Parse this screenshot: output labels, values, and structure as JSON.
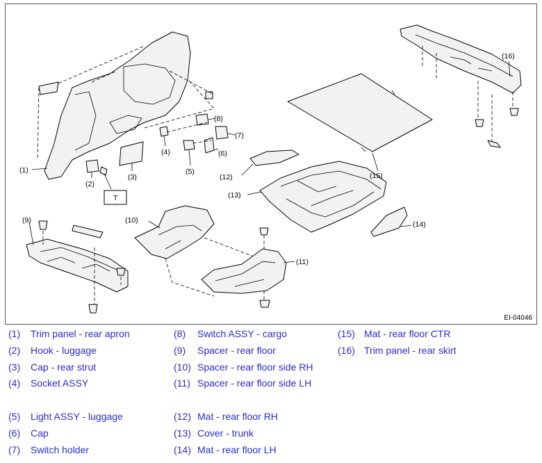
{
  "figure": {
    "id": "EI-04046",
    "callouts": [
      "(1)",
      "(2)",
      "(3)",
      "(4)",
      "(5)",
      "(6)",
      "(7)",
      "(8)",
      "(9)",
      "(10)",
      "(11)",
      "(12)",
      "(13)",
      "(14)",
      "(15)",
      "(16)"
    ],
    "tool_label": "T"
  },
  "legend": [
    {
      "num": "(1)",
      "text": "Trim panel - rear apron"
    },
    {
      "num": "(2)",
      "text": "Hook - luggage"
    },
    {
      "num": "(3)",
      "text": "Cap - rear strut"
    },
    {
      "num": "(4)",
      "text": "Socket ASSY"
    },
    {
      "num": "(5)",
      "text": "Light ASSY - luggage"
    },
    {
      "num": "(6)",
      "text": "Cap"
    },
    {
      "num": "(7)",
      "text": "Switch holder"
    },
    {
      "num": "(8)",
      "text": "Switch ASSY - cargo"
    },
    {
      "num": "(9)",
      "text": "Spacer - rear floor"
    },
    {
      "num": "(10)",
      "text": "Spacer - rear floor side RH"
    },
    {
      "num": "(11)",
      "text": "Spacer - rear floor side LH"
    },
    {
      "num": "(12)",
      "text": "Mat - rear floor RH"
    },
    {
      "num": "(13)",
      "text": "Cover - trunk"
    },
    {
      "num": "(14)",
      "text": "Mat - rear floor LH"
    },
    {
      "num": "(15)",
      "text": "Mat - rear floor CTR"
    },
    {
      "num": "(16)",
      "text": "Trim panel - rear skirt"
    }
  ],
  "colors": {
    "legend_text": "#2a2ad0",
    "border": "#555555"
  }
}
